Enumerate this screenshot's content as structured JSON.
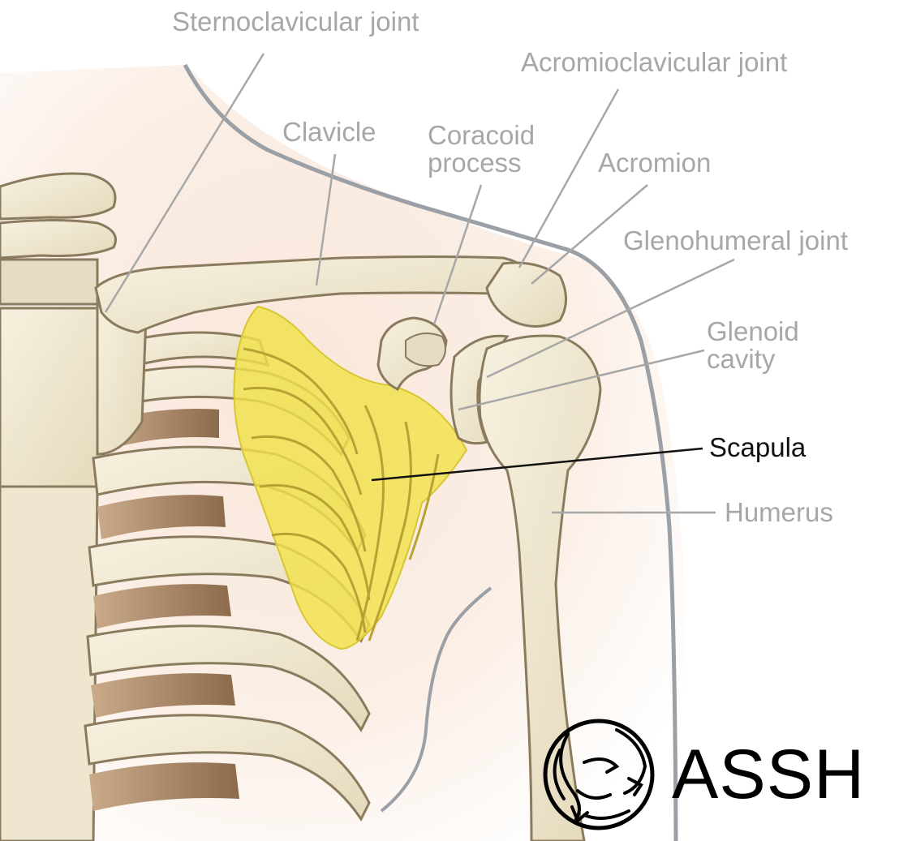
{
  "diagram": {
    "highlighted_structure": "Scapula",
    "highlight_color": "#f2e24a",
    "bone_color": "#efe9d4",
    "outline_color": "#8a7a5e",
    "skin_color": "#fbeee4",
    "leader_color": "#a7a7a7",
    "labels": {
      "sternoclavicular_joint": "Sternoclavicular joint",
      "acromioclavicular_joint": "Acromioclavicular joint",
      "clavicle": "Clavicle",
      "coracoid_process": "Coracoid\nprocess",
      "acromion": "Acromion",
      "glenohumeral_joint": "Glenohumeral joint",
      "glenoid_cavity": "Glenoid\ncavity",
      "scapula": "Scapula",
      "humerus": "Humerus"
    }
  },
  "brand": {
    "name": "ASSH",
    "icon": "swirl-logo-icon"
  }
}
